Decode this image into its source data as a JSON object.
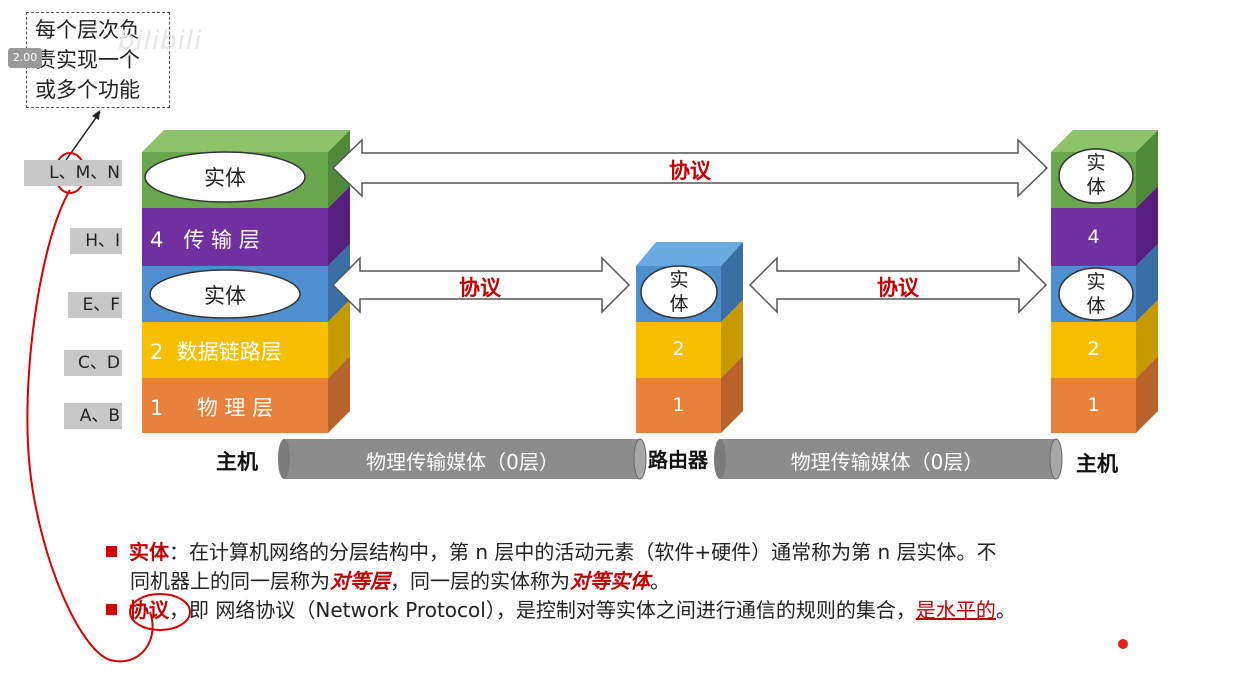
{
  "note": {
    "line1": "每个层次负",
    "line2": "责实现一个",
    "line3": "或多个功能"
  },
  "speed_badge": "2.00",
  "watermark": "bilibili",
  "side_labels": [
    "L、M、N",
    "H、I",
    "E、F",
    "C、D",
    "A、B"
  ],
  "host_left": {
    "entity_top": "实体",
    "layer4": "4   传 输 层",
    "entity_mid": "实体",
    "layer2": "2  数据链路层",
    "layer1": "1     物 理 层",
    "caption": "主机"
  },
  "router": {
    "entity": "实体",
    "layer2": "2",
    "layer1": "1",
    "caption": "路由器"
  },
  "host_right": {
    "entity_top": "实体",
    "layer4": "4",
    "entity_mid": "实体",
    "layer2": "2",
    "layer1": "1",
    "caption": "主机"
  },
  "arrows": {
    "top": "协议",
    "mid_left": "协议",
    "mid_right": "协议"
  },
  "media": {
    "left": "物理传输媒体（0层）",
    "right": "物理传输媒体（0层）"
  },
  "colors": {
    "green": "#6aa84f",
    "purple": "#7030a0",
    "blue": "#4e8fcf",
    "yellow": "#f6c000",
    "orange": "#e8823a",
    "red": "#c00000"
  },
  "text": {
    "entity_term": "实体",
    "entity_colon": "：",
    "entity_def1": "在计算机网络的分层结构中，第 n 层中的活动元素（软件+硬件）通常称为第 n 层实体。不",
    "entity_def2a": "同机器上的同一层称为",
    "peer_layer": "对等层",
    "entity_def2b": "，同一层的实体称为",
    "peer_entity": "对等实体",
    "entity_def2c": "。",
    "protocol_term": "协议",
    "protocol_colon": "，",
    "protocol_def": "即 网络协议（Network Protocol），是控制对等实体之间进行通信的规则的集合，",
    "protocol_highlight": "是水平的",
    "protocol_end": "。"
  }
}
